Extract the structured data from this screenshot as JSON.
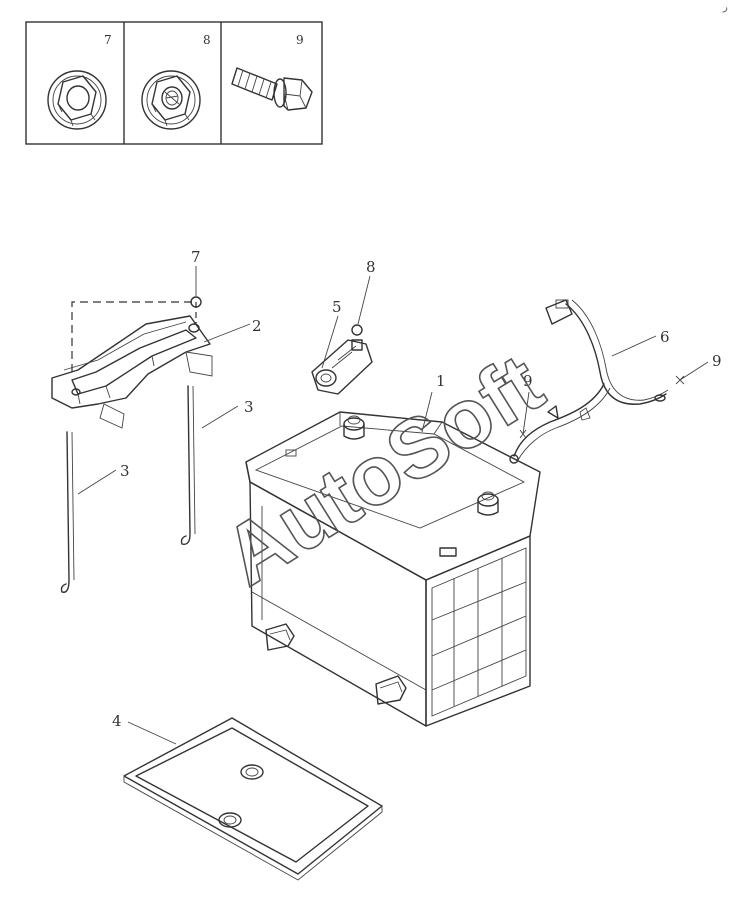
{
  "watermark": "AutoSoft",
  "corner_mark": "ر",
  "inset": {
    "cells": [
      {
        "callout": "7",
        "icon": "flange-nut"
      },
      {
        "callout": "8",
        "icon": "flange-nut"
      },
      {
        "callout": "9",
        "icon": "flange-bolt"
      }
    ]
  },
  "callouts": {
    "hold_down_clamp": "2",
    "hold_down_nut": "7",
    "rod_right": "3",
    "rod_left": "3",
    "terminal_clamp": "5",
    "terminal_nut": "8",
    "battery": "1",
    "cable": "6",
    "cable_bolt_left": "9",
    "cable_bolt_right": "9",
    "battery_tray": "4"
  }
}
